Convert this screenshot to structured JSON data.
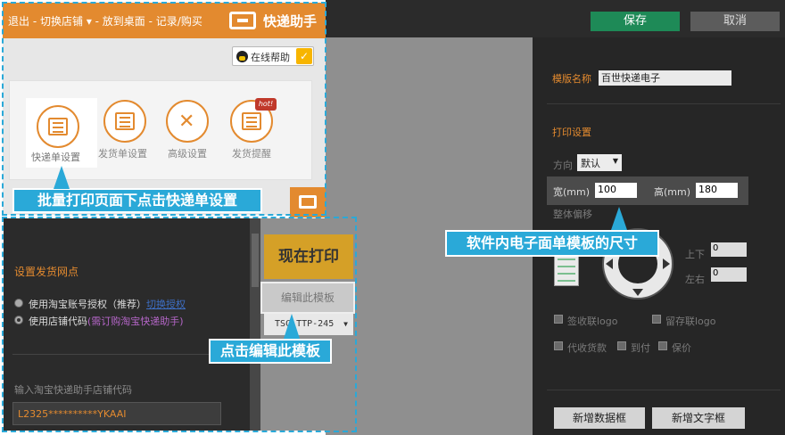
{
  "topbar": {
    "save_label": "保存",
    "cancel_label": "取消"
  },
  "app": {
    "nav": [
      "退出",
      "切换店铺",
      "放到桌面",
      "记录/购买"
    ],
    "name": "快递助手",
    "help_label": "在线帮助",
    "settings_items": [
      {
        "label": "快递单设置",
        "icon": "waybill-icon",
        "selected": true
      },
      {
        "label": "发货单设置",
        "icon": "invoice-icon",
        "selected": false
      },
      {
        "label": "高级设置",
        "icon": "wrench-icon",
        "selected": false
      },
      {
        "label": "发货提醒",
        "icon": "truck-icon",
        "badge": "hot!",
        "selected": false
      }
    ]
  },
  "annotations": {
    "step1": "批量打印页面下点击快递单设置",
    "step2": "软件内电子面单模板的尺寸",
    "step3": "点击编辑此模板"
  },
  "print_panel": {
    "print_now": "现在打印",
    "edit_template": "编辑此模板",
    "printer": "TSC TTP-245"
  },
  "sender": {
    "section_label": "设置发货网点",
    "option1": "使用淘宝账号授权（推荐）",
    "option1_link": "切换授权",
    "option2": "使用店铺代码",
    "option2_note": "(需订购淘宝快递助手)",
    "selected_option": 2,
    "code_label": "输入淘宝快递助手店铺代码",
    "code_value": "L2325**********YKAAI"
  },
  "template_settings": {
    "name_label": "模版名称",
    "name_value": "百世快递电子",
    "print_settings_label": "打印设置",
    "direction_label": "方向",
    "direction_value": "默认",
    "width_label": "宽(mm)",
    "width_value": "100",
    "height_label": "高(mm)",
    "height_value": "180",
    "offset_label": "整体偏移",
    "updown_label": "上下",
    "updown_value": "0",
    "leftright_label": "左右",
    "leftright_value": "0",
    "checkboxes": [
      "签收联logo",
      "留存联logo",
      "代收货款",
      "到付",
      "保价"
    ],
    "add_data_box": "新增数据框",
    "add_text_box": "新增文字框"
  },
  "colors": {
    "accent": "#e38a2f",
    "save_green": "#1e8a57",
    "annotation_blue": "#2aa9d8",
    "print_gold": "#d5a027"
  }
}
